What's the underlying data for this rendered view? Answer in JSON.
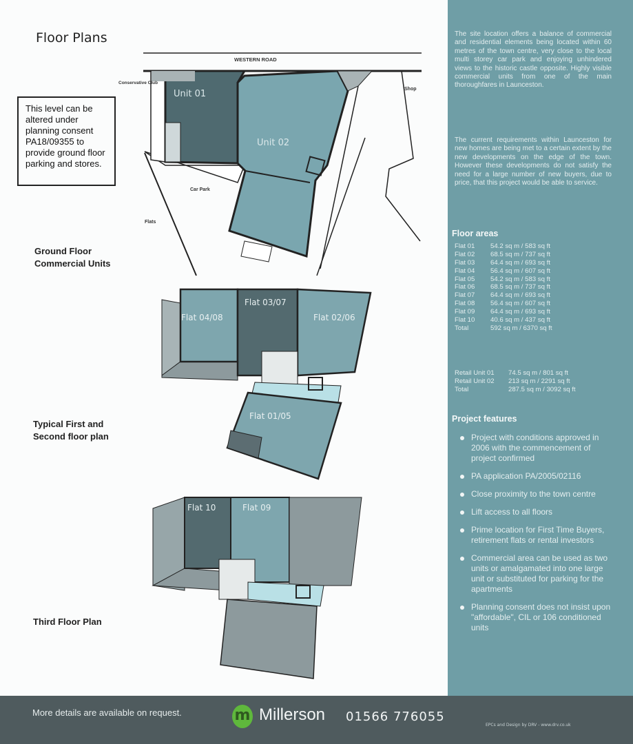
{
  "title": "Floor Plans",
  "note": "This level can be altered under planning consent PA18/09355 to provide ground floor parking and stores.",
  "plans": {
    "ground": {
      "label_line1": "Ground Floor",
      "label_line2": "Commercial Units",
      "road": "WESTERN ROAD",
      "club": "Conservative Club",
      "shop": "Shop",
      "car_park": "Car Park",
      "flats": "Flats",
      "unit1": "Unit 01",
      "unit2": "Unit 02"
    },
    "first": {
      "label_line1": "Typical First and",
      "label_line2": "Second floor plan",
      "flat_a": "Flat 04/08",
      "flat_b": "Flat 03/07",
      "flat_c": "Flat 02/06",
      "flat_d": "Flat 01/05"
    },
    "third": {
      "label": "Third Floor Plan",
      "flat_a": "Flat 10",
      "flat_b": "Flat 09"
    }
  },
  "panel": {
    "intro1": "The site location offers a balance of commercial and residential elements being located within 60 metres of the town centre, very close to the local multi storey car park and enjoying unhindered views to the historic castle opposite. Highly visible commercial units from one of the main thoroughfares in Launceston.",
    "intro2": "The current requirements within Launceston for new homes are being met to a certain extent by the new developments on the edge of the town. However these developments do not satisfy the need for a large number of new buyers, due to price, that this project would be able to service.",
    "areas_heading": "Floor areas",
    "flats": [
      {
        "name": "Flat 01",
        "value": "54.2 sq m / 583 sq ft"
      },
      {
        "name": "Flat 02",
        "value": "68.5 sq m / 737 sq ft"
      },
      {
        "name": "Flat 03",
        "value": "64.4 sq m / 693 sq ft"
      },
      {
        "name": "Flat 04",
        "value": "56.4 sq m / 607 sq ft"
      },
      {
        "name": "Flat 05",
        "value": "54.2 sq m / 583 sq ft"
      },
      {
        "name": "Flat 06",
        "value": "68.5 sq m / 737 sq ft"
      },
      {
        "name": "Flat 07",
        "value": "64.4 sq m / 693 sq ft"
      },
      {
        "name": "Flat 08",
        "value": "56.4 sq m / 607 sq ft"
      },
      {
        "name": "Flat 09",
        "value": "64.4 sq m / 693 sq ft"
      },
      {
        "name": "Flat 10",
        "value": "40.6 sq m / 437 sq ft"
      },
      {
        "name": "Total",
        "value": "592 sq m / 6370 sq ft"
      }
    ],
    "retail": [
      {
        "name": "Retail Unit 01",
        "value": "74.5 sq m / 801 sq ft"
      },
      {
        "name": "Retail Unit 02",
        "value": "213 sq m / 2291 sq ft"
      },
      {
        "name": "Total",
        "value": "287.5 sq m / 3092 sq ft"
      }
    ],
    "features_heading": "Project features",
    "features": [
      "Project with conditions approved in 2006 with the commencement of project confirmed",
      "PA application PA/2005/02116",
      "Close proximity to the town centre",
      "Lift access to all floors",
      "Prime location for First Time Buyers, retirement flats or rental investors",
      "Commercial area can be used as two units or amalgamated into one large unit or substituted for parking for the apartments",
      "Planning consent does not insist upon \"affordable\", CIL or 106 conditioned units"
    ]
  },
  "footer": {
    "more": "More details are available on request.",
    "logo": "m",
    "brand": "Millerson",
    "phone": "01566 776055",
    "credit": "EPCs and Design by DRV - www.drv.co.uk"
  },
  "colors": {
    "panel": "#6f9ea6",
    "footer": "#4f5b5e",
    "unit_dark": "#4f6a70",
    "unit_light": "#7aa6af",
    "logo_green": "#5fb83c"
  }
}
